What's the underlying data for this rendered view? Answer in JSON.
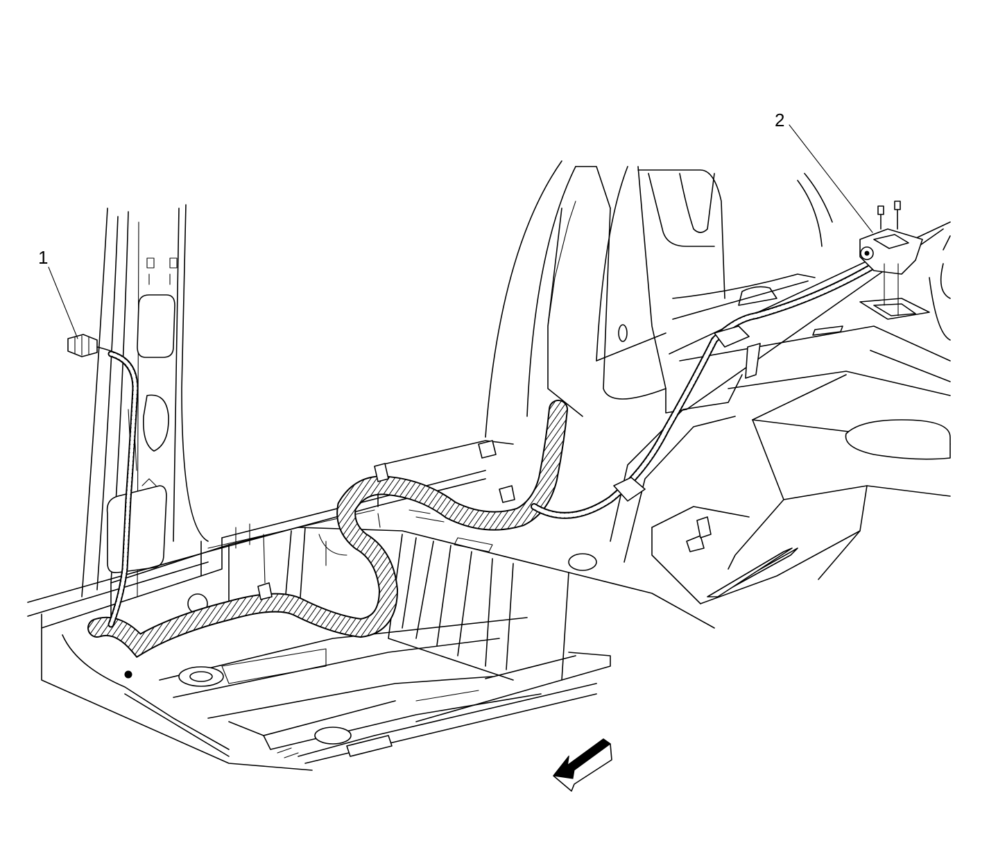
{
  "callouts": [
    {
      "number": "1",
      "target": "connector"
    },
    {
      "number": "2",
      "target": "ground-bracket"
    }
  ],
  "colors": {
    "line": "#000000",
    "background": "#ffffff"
  },
  "icons": {
    "direction_arrow": "arrow-front-icon"
  }
}
